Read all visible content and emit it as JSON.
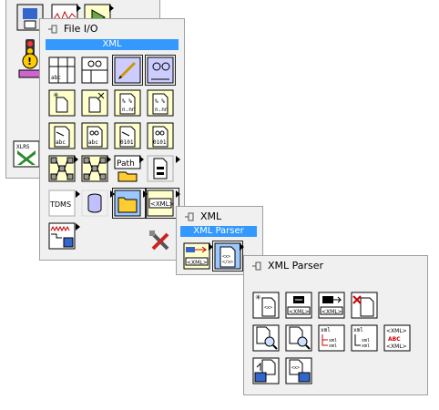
{
  "palettes": {
    "fileio": {
      "title": "File I/O",
      "subpalette": "XML"
    },
    "xml": {
      "title": "XML",
      "subpalette": "XML Parser"
    },
    "xmlparser": {
      "title": "XML Parser"
    }
  },
  "icon_text": {
    "path": "Path",
    "tdms": "TDMS",
    "xml_tag": "<XML>",
    "xlrs": "XLRS",
    "abc": "abc",
    "binary": "0101",
    "spreadsheet_percent": "% %",
    "nnn": "n.nn",
    "xml_lines": "xml",
    "xml_abc": "ABC"
  },
  "colors": {
    "highlight": "#3399ff",
    "icon_yellow": "#ffffcc",
    "palette_bg": "#f0f0f0",
    "border": "#a0a0a0"
  }
}
